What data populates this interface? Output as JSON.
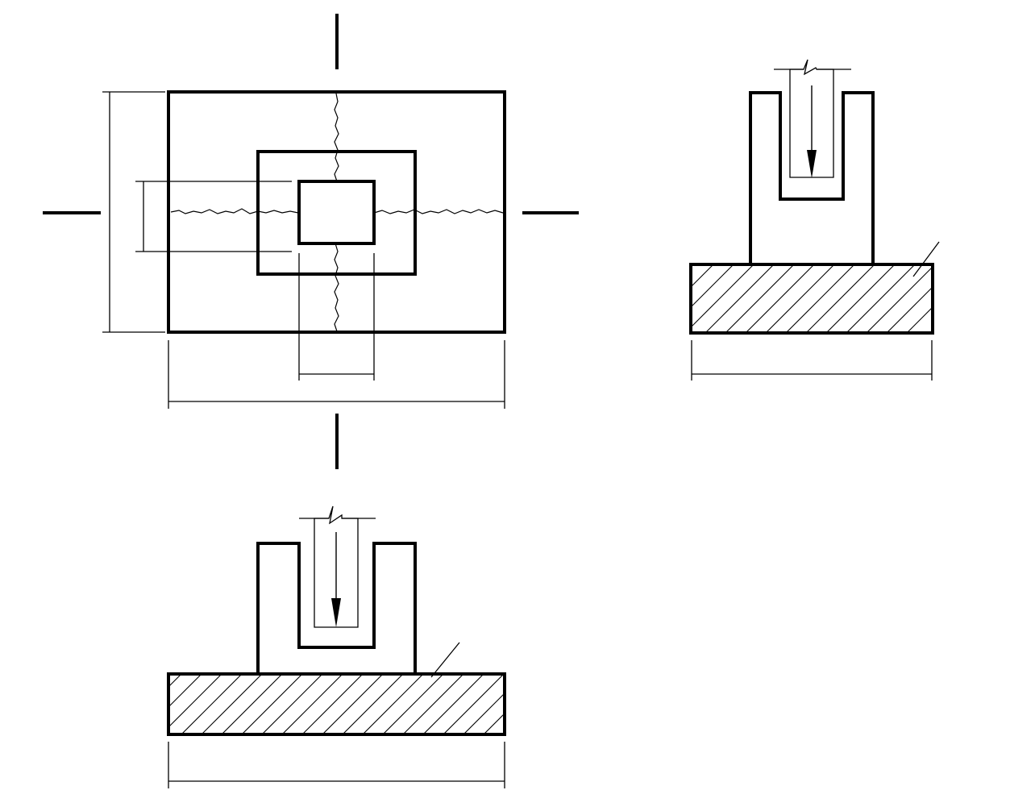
{
  "drawing": {
    "views": [
      "plan-view",
      "side-section-view",
      "front-section-view"
    ],
    "colors": {
      "line": "#000000",
      "background": "#ffffff"
    }
  }
}
